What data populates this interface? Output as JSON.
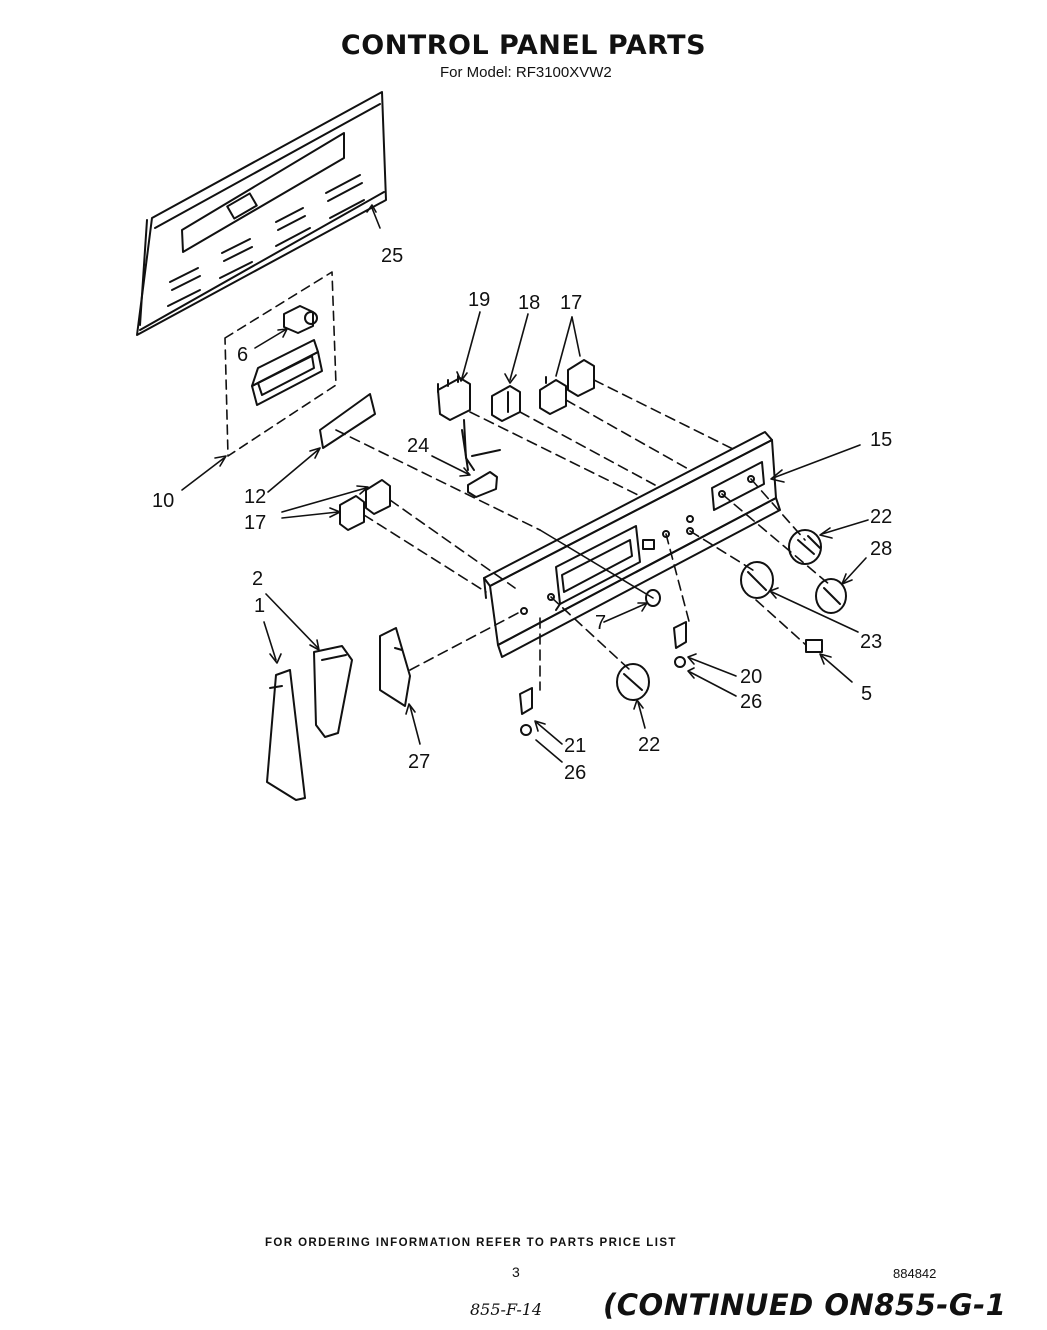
{
  "header": {
    "title": "CONTROL PANEL PARTS",
    "subtitle": "For Model: RF3100XVW2"
  },
  "labels": {
    "p1": "1",
    "p2": "2",
    "p5": "5",
    "p6": "6",
    "p7": "7",
    "p10": "10",
    "p12": "12",
    "p15": "15",
    "p17a": "17",
    "p17b": "17",
    "p18": "18",
    "p19": "19",
    "p20": "20",
    "p21": "21",
    "p22a": "22",
    "p22b": "22",
    "p23": "23",
    "p24": "24",
    "p25": "25",
    "p26a": "26",
    "p26b": "26",
    "p27": "27",
    "p28": "28"
  },
  "footer": {
    "ordering_note": "FOR ORDERING INFORMATION REFER TO PARTS PRICE LIST",
    "page_number": "3",
    "document_number": "884842",
    "handwritten_ref": "855-F-14",
    "continued": "(CONTINUED ON855-G-1"
  }
}
